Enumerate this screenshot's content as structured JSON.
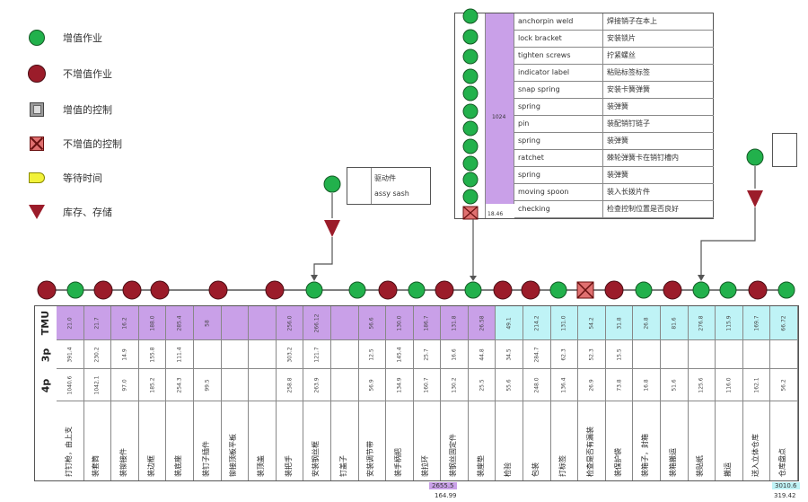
{
  "legend": [
    {
      "symbol": "green-circle",
      "label": "增值作业"
    },
    {
      "symbol": "red-circle",
      "label": "不增值作业"
    },
    {
      "symbol": "grey-square",
      "label": "增值的控制"
    },
    {
      "symbol": "red-x-square",
      "label": "不增值的控制"
    },
    {
      "symbol": "yellow-d",
      "label": "等待时间"
    },
    {
      "symbol": "red-triangle",
      "label": "库存、存储"
    }
  ],
  "colors": {
    "value_added": "#22b14c",
    "non_value_added": "#9b1c2a",
    "purple": "#c9a0e8",
    "cyan": "#bff3f6",
    "line": "#555555"
  },
  "sub_table": {
    "purple_label": "1024",
    "last_tag": "18.46",
    "rows": [
      {
        "en": "anchorpin weld",
        "zh": "焊接销子在本上"
      },
      {
        "en": "lock bracket",
        "zh": "安装锁片"
      },
      {
        "en": "tighten screws",
        "zh": "拧紧螺丝"
      },
      {
        "en": "indicator label",
        "zh": "粘贴标签标签"
      },
      {
        "en": "snap spring",
        "zh": "安装卡簧弹簧"
      },
      {
        "en": "spring",
        "zh": "装弹簧"
      },
      {
        "en": "pin",
        "zh": "装配销钉链子"
      },
      {
        "en": "spring",
        "zh": "装弹簧"
      },
      {
        "en": "ratchet",
        "zh": "棘轮弹簧卡在销钉槽内"
      },
      {
        "en": "spring",
        "zh": "装弹簧"
      },
      {
        "en": "moving spoon",
        "zh": "装入长拨片件"
      },
      {
        "en": "checking",
        "zh": "检查控制位置是否良好"
      }
    ]
  },
  "note_left": {
    "line1": "驱动件",
    "line2": "assy sash"
  },
  "row_labels": [
    "TMU",
    "3p",
    "4p"
  ],
  "columns": [
    {
      "tmu": "21.0",
      "v3": "391.4",
      "v4": "1040.6",
      "desc": "打钉枪，由上支"
    },
    {
      "tmu": "21.7",
      "v3": "230.2",
      "v4": "1042.1",
      "desc": "装套筒"
    },
    {
      "tmu": "16.2",
      "v3": "14.9",
      "v4": "97.0",
      "desc": "装铆接件"
    },
    {
      "tmu": "188.0",
      "v3": "155.8",
      "v4": "185.2",
      "desc": "装边框"
    },
    {
      "tmu": "285.4",
      "v3": "111.4",
      "v4": "254.3",
      "desc": "装底座"
    },
    {
      "tmu": "58",
      "v3": "",
      "v4": "99.5",
      "desc": "装钉子插件"
    },
    {
      "tmu": "",
      "v3": "",
      "v4": "",
      "desc": "铆接顶板平板"
    },
    {
      "tmu": "",
      "v3": "",
      "v4": "",
      "desc": "装顶盖"
    },
    {
      "tmu": "256.0",
      "v3": "303.2",
      "v4": "258.8",
      "desc": "装把手"
    },
    {
      "tmu": "266.12",
      "v3": "121.7",
      "v4": "263.9",
      "desc": "安装钢丝框"
    },
    {
      "tmu": "",
      "v3": "",
      "v4": "",
      "desc": "钉盖子"
    },
    {
      "tmu": "56.6",
      "v3": "12.5",
      "v4": "56.9",
      "desc": "安装调节带"
    },
    {
      "tmu": "130.0",
      "v3": "145.4",
      "v4": "134.9",
      "desc": "装手柄把"
    },
    {
      "tmu": "186.7",
      "v3": "25.7",
      "v4": "160.7",
      "desc": "装拉环"
    },
    {
      "tmu": "131.8",
      "v3": "16.6",
      "v4": "130.2",
      "desc": "装钢丝固定件"
    },
    {
      "tmu": "26.58",
      "v3": "44.8",
      "v4": "25.5",
      "desc": "装座垫"
    },
    {
      "tmu": "49.1",
      "v3": "34.5",
      "v4": "55.6",
      "desc": "检验"
    },
    {
      "tmu": "214.2",
      "v3": "284.7",
      "v4": "248.0",
      "desc": "包装"
    },
    {
      "tmu": "131.0",
      "v3": "62.3",
      "v4": "136.4",
      "desc": "打标签"
    },
    {
      "tmu": "54.2",
      "v3": "52.3",
      "v4": "26.9",
      "desc": "检查是否有漏装"
    },
    {
      "tmu": "31.8",
      "v3": "15.5",
      "v4": "73.8",
      "desc": "装保护袋"
    },
    {
      "tmu": "26.8",
      "v3": "",
      "v4": "16.8",
      "desc": "装箱子，封箱"
    },
    {
      "tmu": "81.6",
      "v3": "",
      "v4": "51.6",
      "desc": "装箱搬运"
    },
    {
      "tmu": "276.8",
      "v3": "",
      "v4": "125.6",
      "desc": "装贴纸"
    },
    {
      "tmu": "115.9",
      "v3": "",
      "v4": "116.0",
      "desc": "搬运"
    },
    {
      "tmu": "169.7",
      "v3": "",
      "v4": "162.1",
      "desc": "送入立体仓库"
    },
    {
      "tmu": "66.72",
      "v3": "",
      "v4": "56.2",
      "desc": "仓库盘点"
    }
  ],
  "footer": {
    "mid_top": "2655.5",
    "mid_bottom": "164.99",
    "right_top": "3010.6",
    "right_bottom": "319.42"
  }
}
